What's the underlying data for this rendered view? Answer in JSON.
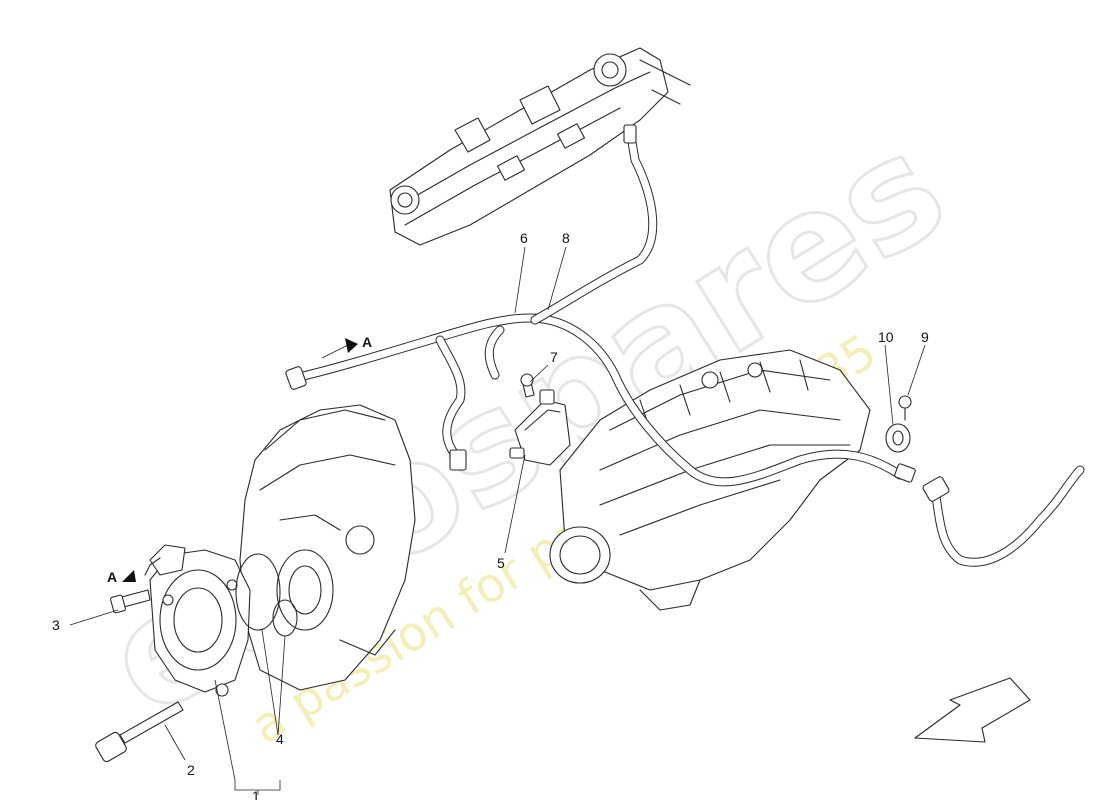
{
  "watermark": {
    "brand": "eurospares",
    "tagline": "a passion for parts since 1985"
  },
  "callouts": [
    {
      "label": "1"
    },
    {
      "label": "2"
    },
    {
      "label": "3"
    },
    {
      "label": "4"
    },
    {
      "label": "5"
    },
    {
      "label": "6"
    },
    {
      "label": "7"
    },
    {
      "label": "8"
    },
    {
      "label": "9"
    },
    {
      "label": "10"
    }
  ],
  "view_markers": [
    {
      "label": "A"
    },
    {
      "label": "A"
    }
  ]
}
